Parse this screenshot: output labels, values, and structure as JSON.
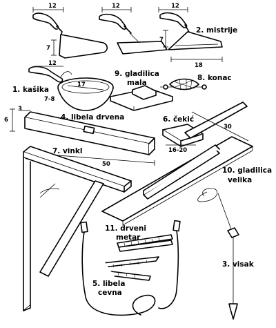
{
  "tools": {
    "trowels": "2. mistrije",
    "scoop": "1. kašika",
    "float_small_line1": "9. gladilica",
    "float_small_line2": "mala",
    "line": "8. konac",
    "level_wood": "4. libela drvena",
    "hammer": "6. čekić",
    "square": "7. vinkl",
    "float_large_line1": "10. gladilica",
    "float_large_line2": "velika",
    "folding_rule_line1": "11. drveni",
    "folding_rule_line2": "metar",
    "plumb": "3. visak",
    "tube_level_line1": "5. libela",
    "tube_level_line2": "cevna"
  },
  "dimensions": {
    "trowel1_width": "12",
    "trowel1_height": "7",
    "trowel2_width": "12",
    "trowel3_width": "12",
    "trowel3_height": "7",
    "trowel3_length": "18",
    "scoop_handle": "12",
    "scoop_diameter": "17",
    "scoop_depth": "7-8",
    "level_thickness": "3",
    "level_height": "6",
    "level_length": "50",
    "hammer_handle": "30",
    "hammer_head": "16-20"
  }
}
